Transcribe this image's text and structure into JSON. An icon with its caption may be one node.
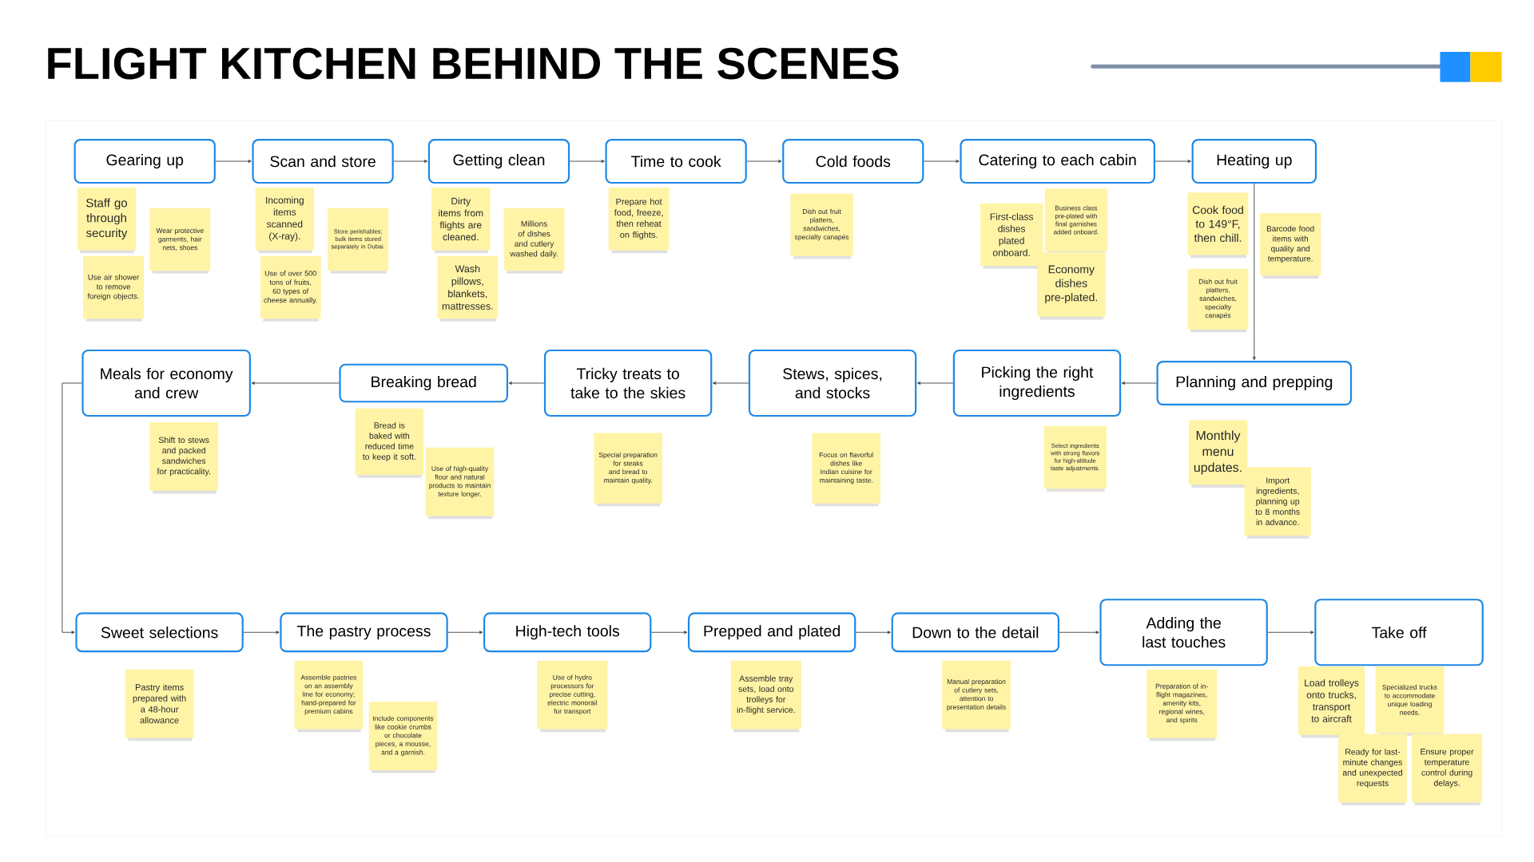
{
  "diagram": {
    "title": "FLIGHT KITCHEN BEHIND THE SCENES",
    "nodes": [
      {
        "text": [
          "Gearing up"
        ]
      },
      {
        "text": [
          "Scan and store"
        ]
      },
      {
        "text": [
          "Getting clean"
        ]
      },
      {
        "text": [
          "Time to cook"
        ]
      },
      {
        "text": [
          "Cold foods"
        ]
      },
      {
        "text": [
          "Catering to each cabin"
        ]
      },
      {
        "text": [
          "Heating up"
        ]
      },
      {
        "text": [
          "Planning and prepping"
        ]
      },
      {
        "text": [
          "Picking the right ingredients"
        ]
      },
      {
        "text": [
          "Stews, spices, and stocks"
        ]
      },
      {
        "text": [
          "Tricky treats to take to the skies"
        ]
      },
      {
        "text": [
          "Breaking bread"
        ]
      },
      {
        "text": [
          "Meals for economy and crew"
        ]
      },
      {
        "text": [
          "Sweet selections"
        ]
      },
      {
        "text": [
          "The pastry process"
        ]
      },
      {
        "text": [
          "High-tech tools"
        ]
      },
      {
        "text": [
          "Prepped and plated"
        ]
      },
      {
        "text": [
          "Down to the detail"
        ]
      },
      {
        "text": [
          "Adding the last touches"
        ]
      },
      {
        "text": [
          "Take off"
        ]
      },
      {
        "text": [
          "Staff go through security"
        ]
      },
      {
        "text": [
          "Wear protective garments, hair nets, shoes"
        ]
      },
      {
        "text": [
          "Use air shower to remove foreign objects."
        ]
      },
      {
        "text": [
          "Incoming items scanned (X-ray)."
        ]
      },
      {
        "text": [
          "Store perishables; bulk items stored separately in Dubai."
        ]
      },
      {
        "text": [
          "Use of over 500 tons of fruits, 60 types of cheese annually."
        ]
      },
      {
        "text": [
          "Dirty items from flights are cleaned."
        ]
      },
      {
        "text": [
          "Millions of dishes and cutlery washed daily."
        ]
      },
      {
        "text": [
          "Wash pillows, blankets, mattresses."
        ]
      },
      {
        "text": [
          "Prepare hot food, freeze, then reheat on flights."
        ]
      },
      {
        "text": [
          "Dish out fruit platters, sandwiches, specialty canapés"
        ]
      },
      {
        "text": [
          "First-class dishes plated onboard."
        ]
      },
      {
        "text": [
          "Business class pre-plated with final garnishes added onboard."
        ]
      },
      {
        "text": [
          "Economy dishes pre-plated."
        ]
      },
      {
        "text": [
          "Cook food to 149°F, then chill."
        ]
      },
      {
        "text": [
          "Dish out fruit platters, sandwiches, specialty canapés"
        ]
      },
      {
        "text": [
          "Barcode food items with quality and temperature."
        ]
      },
      {
        "text": [
          "Shift to stews and packed sandwiches for practicality."
        ]
      },
      {
        "text": [
          "Bread is baked with reduced time to keep it soft."
        ]
      },
      {
        "text": [
          "Use of high-quality flour and natural products to maintain texture longer."
        ]
      },
      {
        "text": [
          "Special preparation for steaks and bread to maintain quality."
        ]
      },
      {
        "text": [
          "Focus on flavorful dishes like Indian cuisine for maintaining taste."
        ]
      },
      {
        "text": [
          "Select ingredients with strong flavors for high-altitude taste adjustments."
        ]
      },
      {
        "text": [
          "Monthly menu updates."
        ]
      },
      {
        "text": [
          "Import ingredients, planning up to 8 months in advance."
        ]
      },
      {
        "text": [
          "Pastry items prepared with a 48-hour allowance"
        ]
      },
      {
        "text": [
          "Assemble pastries on an assembly line for economy; hand-prepared for premium cabins"
        ]
      },
      {
        "text": [
          "Include components like cookie crumbs or chocolate pieces, a mousse, and a garnish."
        ]
      },
      {
        "text": [
          "Use of hydro processors for precise cutting, electric monorail for transport"
        ]
      },
      {
        "text": [
          "Assemble tray sets, load onto trolleys for in-flight service."
        ]
      },
      {
        "text": [
          "Manual preparation of cutlery sets, attention to presentation details"
        ]
      },
      {
        "text": [
          "Preparation of in-flight magazines, amenity kits, regional wines, and spirits"
        ]
      },
      {
        "text": [
          "Load trolleys onto trucks, transport to aircraft"
        ]
      },
      {
        "text": [
          "Specialized trucks to accommodate unique loading needs."
        ]
      },
      {
        "text": [
          "Ready for last-minute changes and unexpected requests"
        ]
      },
      {
        "text": [
          "Ensure proper temperature control during delays."
        ]
      }
    ],
    "edges": [
      {
        "from": 0,
        "to": 1,
        "arrow": "to"
      },
      {
        "from": 1,
        "to": 2,
        "arrow": "to"
      },
      {
        "from": 2,
        "to": 3,
        "arrow": "to"
      },
      {
        "from": 3,
        "to": 4,
        "arrow": "to"
      },
      {
        "from": 4,
        "to": 5,
        "arrow": "to"
      },
      {
        "from": 5,
        "to": 6,
        "arrow": "to"
      },
      {
        "from": 6,
        "to": 7,
        "arrow": "to"
      },
      {
        "from": 7,
        "to": 8,
        "arrow": "to"
      },
      {
        "from": 8,
        "to": 9,
        "arrow": "to"
      },
      {
        "from": 9,
        "to": 10,
        "arrow": "to"
      },
      {
        "from": 10,
        "to": 11,
        "arrow": "to"
      },
      {
        "from": 11,
        "to": 12,
        "arrow": "to"
      },
      {
        "from": 12,
        "to": 13,
        "arrow": "to"
      },
      {
        "from": 13,
        "to": 14,
        "arrow": "to"
      },
      {
        "from": 14,
        "to": 15,
        "arrow": "to"
      },
      {
        "from": 15,
        "to": 16,
        "arrow": "to"
      },
      {
        "from": 16,
        "to": 17,
        "arrow": "to"
      },
      {
        "from": 17,
        "to": 18,
        "arrow": "to"
      },
      {
        "from": 18,
        "to": 19,
        "arrow": "to"
      }
    ]
  }
}
